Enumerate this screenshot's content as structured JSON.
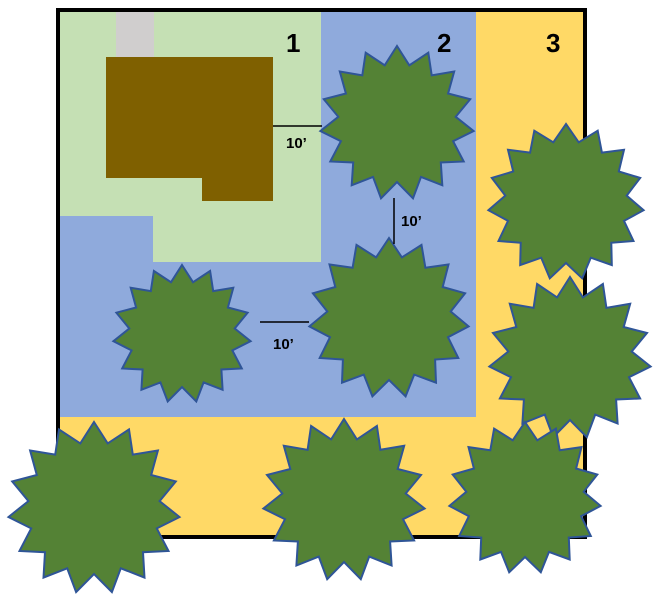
{
  "zones": {
    "zone1": {
      "label": "1",
      "color": "#c5e0b4"
    },
    "zone2": {
      "label": "2",
      "color": "#8faadc"
    },
    "zone3": {
      "label": "3",
      "color": "#ffd966"
    }
  },
  "colors": {
    "house": "#7f6000",
    "chimney": "#d0cece",
    "tree_fill": "#548235",
    "tree_outline": "#2f5597",
    "boundary": "#000000"
  },
  "distances": {
    "house_to_tree": "10’",
    "tree_to_tree_vertical": "10’",
    "tree_to_tree_horizontal": "10’"
  },
  "icons": [
    "tree-icon",
    "house-icon"
  ]
}
